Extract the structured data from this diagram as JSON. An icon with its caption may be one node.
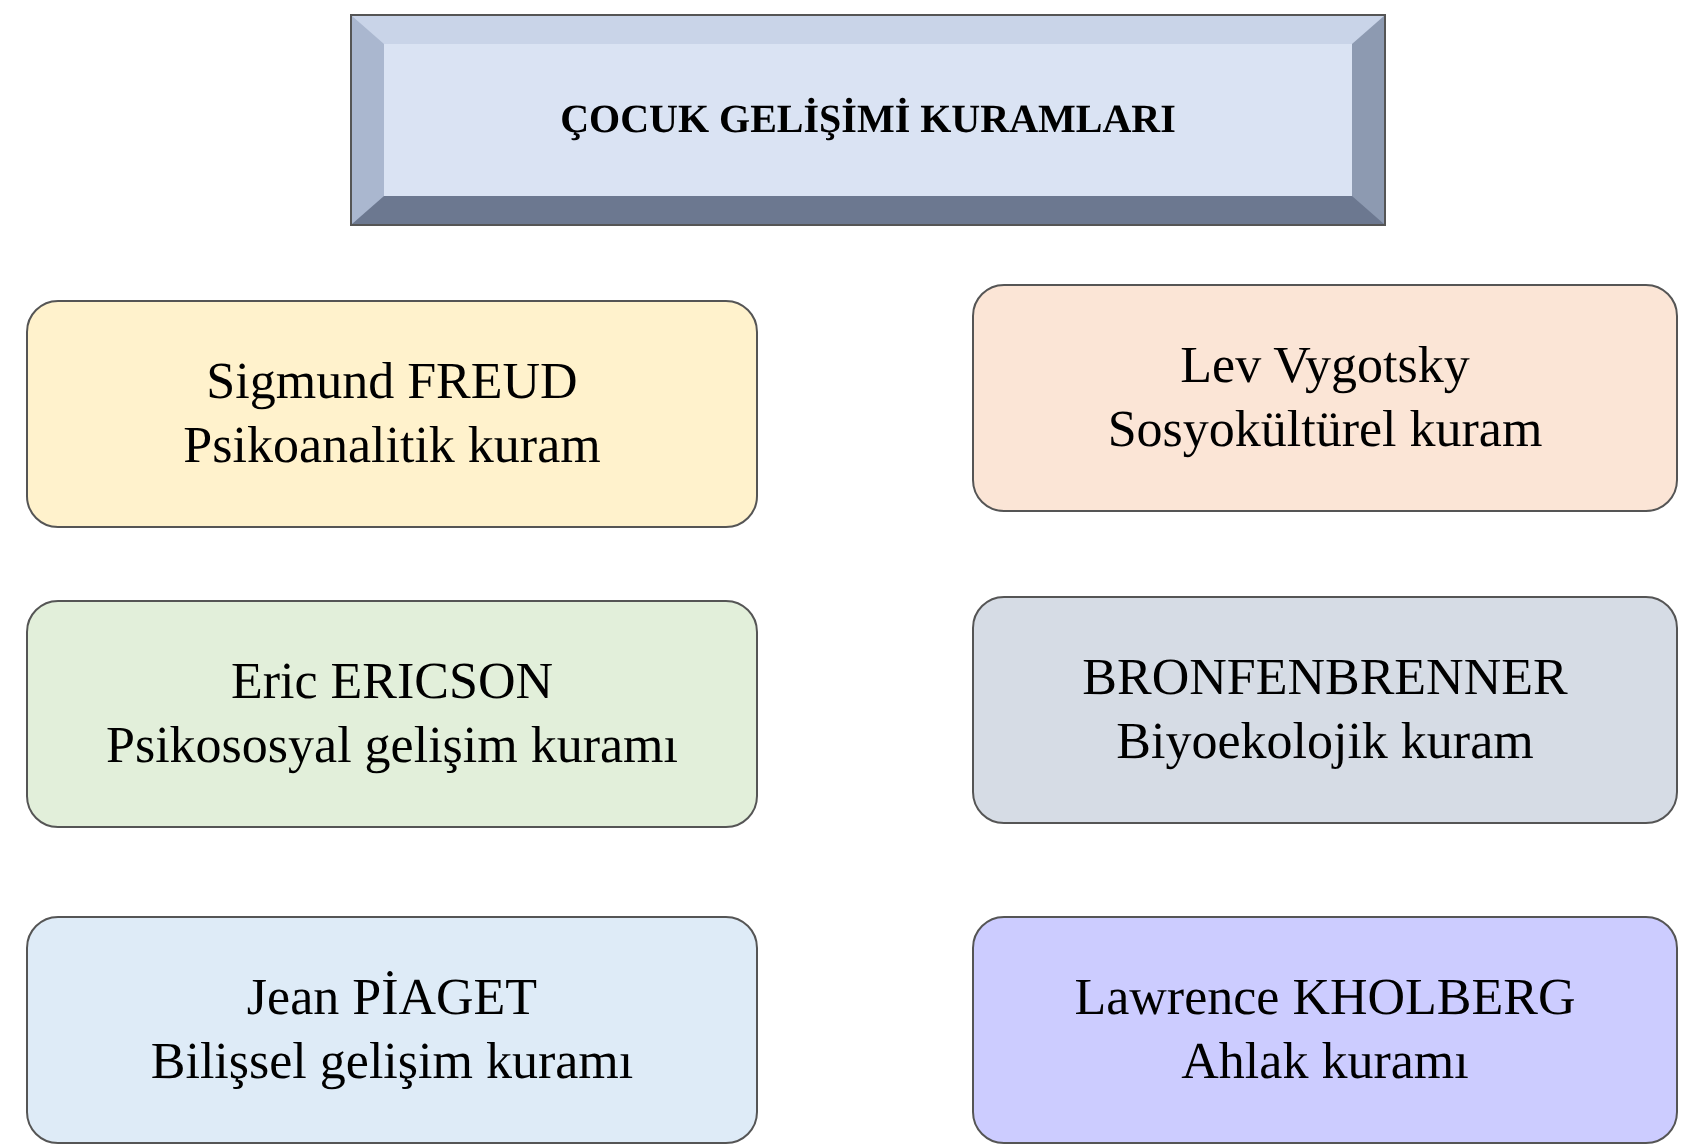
{
  "diagram": {
    "nodes": [
      {
        "text": [
          "ÇOCUK GELİŞİMİ KURAMLARI"
        ]
      },
      {
        "text": [
          "Sigmund FREUD",
          "Psikoanalitik kuram"
        ]
      },
      {
        "text": [
          "Lev Vygotsky",
          "Sosyokültürel kuram"
        ]
      },
      {
        "text": [
          "Eric ERICSON",
          "Psikososyal gelişim kuramı"
        ]
      },
      {
        "text": [
          "BRONFENBRENNER",
          "Biyoekolojik kuram"
        ]
      },
      {
        "text": [
          "Jean PİAGET",
          "Bilişsel gelişim kuramı"
        ]
      },
      {
        "text": [
          "Lawrence KHOLBERG",
          "Ahlak kuramı"
        ]
      }
    ],
    "edges": []
  }
}
